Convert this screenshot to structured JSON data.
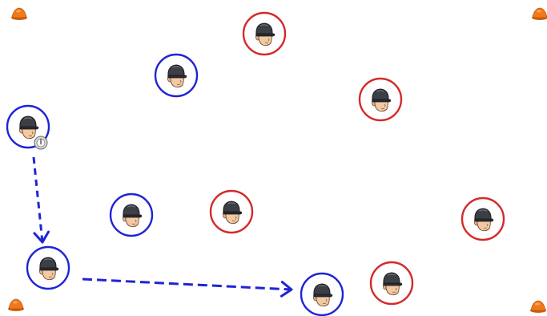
{
  "drill": {
    "teams": {
      "blue": {
        "color": "#1f24d6"
      },
      "red": {
        "color": "#d42a2a"
      }
    },
    "cone_color": "#f07a1a",
    "ball_icon": "ball-icon",
    "player_icon": "player-cap-head-icon",
    "cones": [
      {
        "id": "cone-top-left"
      },
      {
        "id": "cone-top-right"
      },
      {
        "id": "cone-bottom-left"
      },
      {
        "id": "cone-bottom-right"
      }
    ],
    "players": [
      {
        "id": "red-1",
        "team": "red"
      },
      {
        "id": "blue-1",
        "team": "blue"
      },
      {
        "id": "red-2",
        "team": "red"
      },
      {
        "id": "blue-2",
        "team": "blue",
        "has_ball": true
      },
      {
        "id": "blue-3",
        "team": "blue"
      },
      {
        "id": "red-3",
        "team": "red"
      },
      {
        "id": "red-4",
        "team": "red"
      },
      {
        "id": "blue-4",
        "team": "blue"
      },
      {
        "id": "blue-5",
        "team": "blue"
      },
      {
        "id": "red-5",
        "team": "red"
      }
    ],
    "movements": [
      {
        "id": "run-down",
        "style": "dashed",
        "from": "blue-2",
        "to": "blue-4"
      },
      {
        "id": "run-across",
        "style": "dashed",
        "from": "blue-4",
        "to": "blue-5"
      }
    ]
  }
}
